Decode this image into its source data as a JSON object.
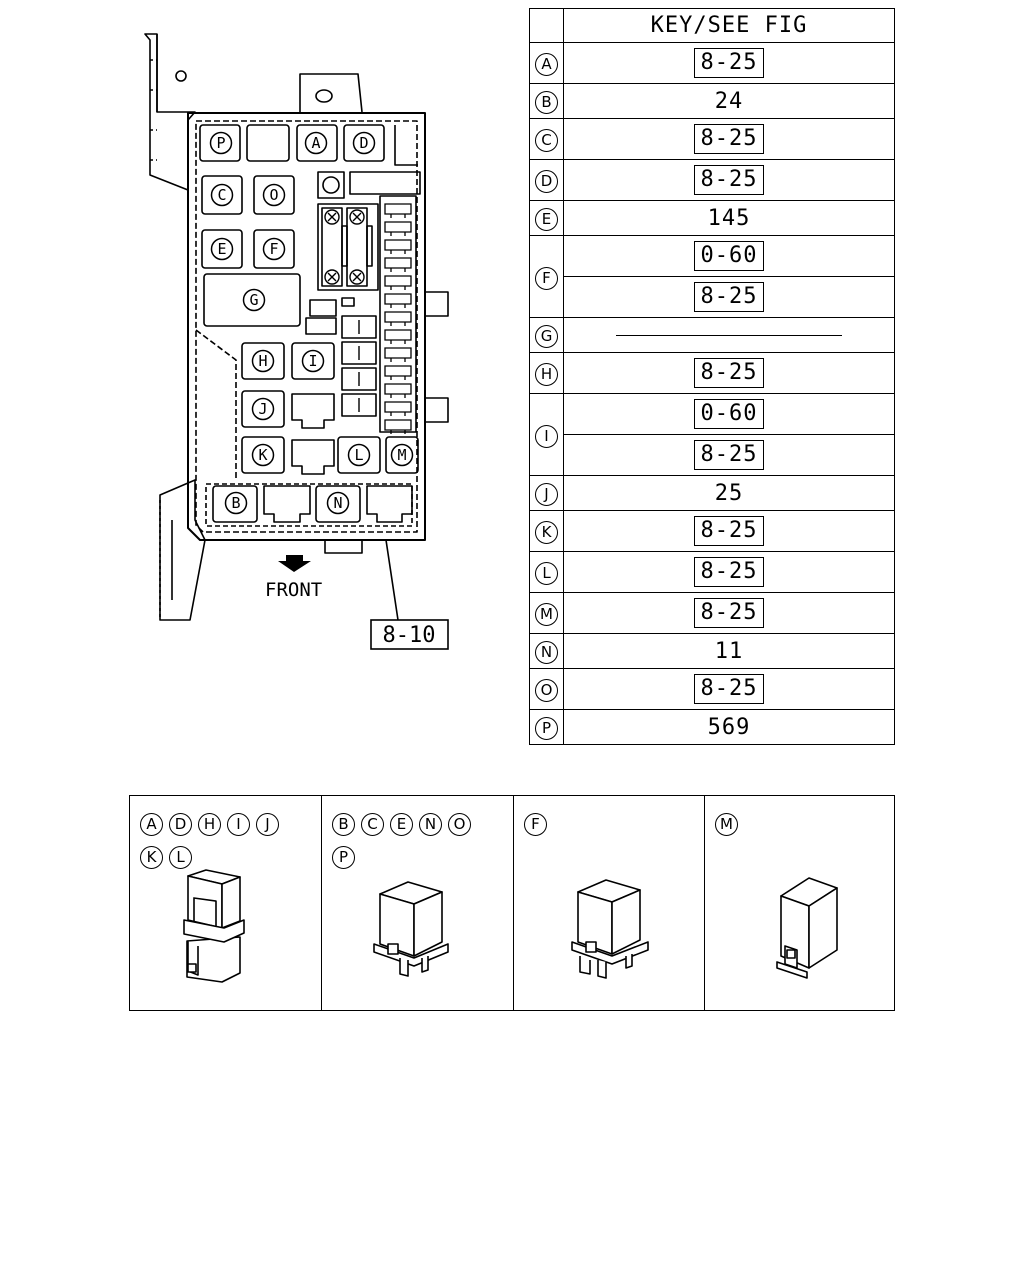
{
  "header_label": "KEY/SEE FIG",
  "rows": [
    {
      "key": "A",
      "entries": [
        {
          "text": "8-25",
          "boxed": true
        }
      ]
    },
    {
      "key": "B",
      "entries": [
        {
          "text": "24",
          "boxed": false
        }
      ]
    },
    {
      "key": "C",
      "entries": [
        {
          "text": "8-25",
          "boxed": true
        }
      ]
    },
    {
      "key": "D",
      "entries": [
        {
          "text": "8-25",
          "boxed": true
        }
      ]
    },
    {
      "key": "E",
      "entries": [
        {
          "text": "145",
          "boxed": false
        }
      ]
    },
    {
      "key": "F",
      "entries": [
        {
          "text": "0-60",
          "boxed": true
        },
        {
          "text": "8-25",
          "boxed": true
        }
      ]
    },
    {
      "key": "G",
      "entries": [
        {
          "text": "",
          "boxed": false,
          "dash": true
        }
      ]
    },
    {
      "key": "H",
      "entries": [
        {
          "text": "8-25",
          "boxed": true
        }
      ]
    },
    {
      "key": "I",
      "entries": [
        {
          "text": "0-60",
          "boxed": true
        },
        {
          "text": "8-25",
          "boxed": true
        }
      ]
    },
    {
      "key": "J",
      "entries": [
        {
          "text": "25",
          "boxed": false
        }
      ]
    },
    {
      "key": "K",
      "entries": [
        {
          "text": "8-25",
          "boxed": true
        }
      ]
    },
    {
      "key": "L",
      "entries": [
        {
          "text": "8-25",
          "boxed": true
        }
      ]
    },
    {
      "key": "M",
      "entries": [
        {
          "text": "8-25",
          "boxed": true
        }
      ]
    },
    {
      "key": "N",
      "entries": [
        {
          "text": "11",
          "boxed": false
        }
      ]
    },
    {
      "key": "O",
      "entries": [
        {
          "text": "8-25",
          "boxed": true
        }
      ]
    },
    {
      "key": "P",
      "entries": [
        {
          "text": "569",
          "boxed": false
        }
      ]
    }
  ],
  "diagram": {
    "front_label": "FRONT",
    "ref_label": "8-10",
    "slots": {
      "P": "P",
      "A": "A",
      "D": "D",
      "C": "C",
      "O": "O",
      "E": "E",
      "F": "F",
      "G": "G",
      "H": "H",
      "I": "I",
      "J": "J",
      "K": "K",
      "L": "L",
      "M": "M",
      "B": "B",
      "N": "N"
    }
  },
  "legend": [
    {
      "keys": [
        "A",
        "D",
        "H",
        "I",
        "J",
        "K",
        "L"
      ]
    },
    {
      "keys": [
        "B",
        "C",
        "E",
        "N",
        "O",
        "P"
      ]
    },
    {
      "keys": [
        "F"
      ]
    },
    {
      "keys": [
        "M"
      ]
    }
  ]
}
